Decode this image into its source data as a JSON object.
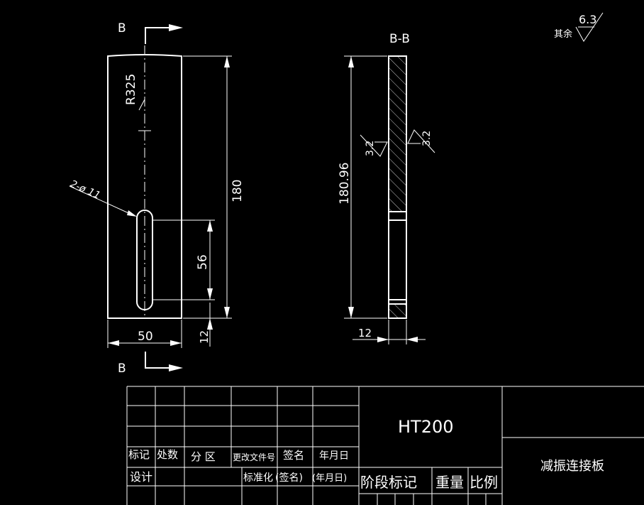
{
  "view_labels": {
    "section_mark_top": "B",
    "section_mark_bottom": "B",
    "section_title": "B-B"
  },
  "front_view": {
    "dims": {
      "radius": "R325",
      "holes": "2-ø 11",
      "height": "180",
      "slot_length": "56",
      "width": "50",
      "offset": "12"
    }
  },
  "section_view": {
    "dims": {
      "height": "180.96",
      "thickness": "12",
      "roughness_left": "3.2",
      "roughness_right": "3.2"
    }
  },
  "roughness_note": {
    "prefix": "其余",
    "value": "6.3"
  },
  "title_block": {
    "header_row": [
      "标记",
      "处数",
      "分 区",
      "更改文件号",
      "签名",
      "年月日"
    ],
    "design_row": [
      "设计",
      "标准化",
      "(签名)",
      "(年月日)"
    ],
    "stage_headers": [
      "阶段标记",
      "重量",
      "比例"
    ],
    "material": "HT200",
    "part_name": "减振连接板"
  }
}
